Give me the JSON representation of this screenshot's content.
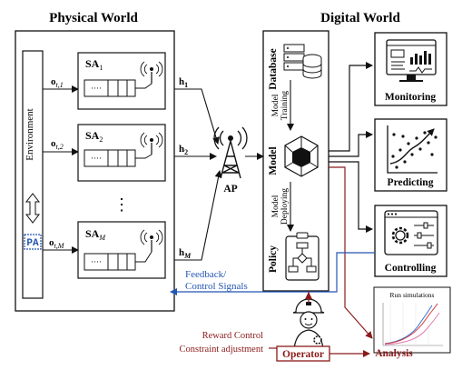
{
  "titles": {
    "physical": "Physical World",
    "digital": "Digital World"
  },
  "physical": {
    "environment": "Environment",
    "pa": "PA",
    "agents": [
      {
        "name": "SA",
        "sub": "1",
        "obs": "o",
        "obs_sub": "t,1",
        "h": "h",
        "h_sub": "1",
        "cells": "····"
      },
      {
        "name": "SA",
        "sub": "2",
        "obs": "o",
        "obs_sub": "t,2",
        "h": "h",
        "h_sub": "2",
        "cells": "····"
      },
      {
        "name": "SA",
        "sub": "M",
        "obs": "o",
        "obs_sub": "t,M",
        "h": "h",
        "h_sub": "M",
        "cells": "····"
      }
    ],
    "ellipsis": "⋮"
  },
  "ap": {
    "label": "AP"
  },
  "digital": {
    "database": "Database",
    "model": "Model",
    "policy": "Policy",
    "training": [
      "Model",
      "Training"
    ],
    "deploying": [
      "Model",
      "Deploying"
    ]
  },
  "outputs": {
    "monitoring": "Monitoring",
    "predicting": "Predicting",
    "controlling": "Controlling",
    "analysis": "Analysis",
    "run_simulations": "Run simulations"
  },
  "feedback": {
    "line1": "Feedback/",
    "line2": "Control Signals"
  },
  "operator": {
    "label": "Operator",
    "reward": "Reward Control",
    "constraint": "Constraint adjustment"
  },
  "colors": {
    "blue": "#2456b3",
    "red": "#8b1a1a",
    "black": "#111111"
  },
  "icons": {
    "database": "database-icon",
    "model": "cube-icon",
    "policy": "flowchart-clipboard-icon",
    "monitoring": "monitor-dashboard-icon",
    "predicting": "scatter-trend-icon",
    "controlling": "control-panel-icon",
    "antenna": "antenna-icon",
    "ap": "transmission-tower-icon",
    "operator": "operator-person-icon"
  }
}
